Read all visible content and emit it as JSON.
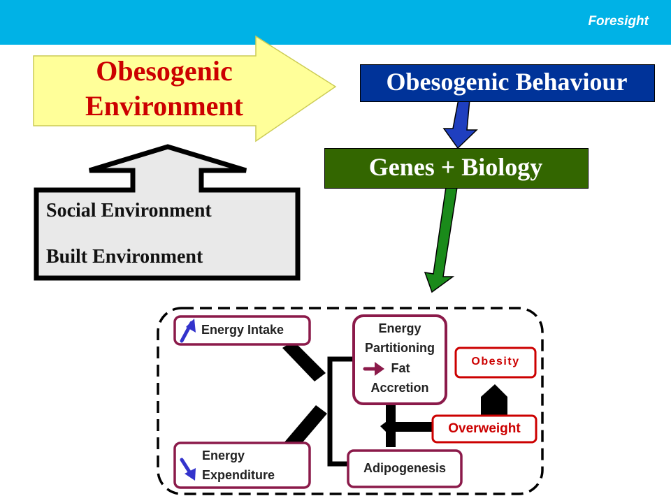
{
  "header": {
    "brand": "Foresight",
    "color": "#00b2e6"
  },
  "diagram": {
    "obesogenic_environment": [
      "Obesogenic",
      "Environment"
    ],
    "obesogenic_behaviour": "Obesogenic Behaviour",
    "genes_biology": "Genes + Biology",
    "environment_inputs": [
      "Social Environment",
      "Built Environment"
    ],
    "energy_intake": "Energy Intake",
    "energy_expenditure": [
      "Energy",
      "Expenditure"
    ],
    "energy_partitioning": [
      "Energy",
      "Partitioning",
      "Fat",
      "Accretion"
    ],
    "obesity": "Obesity",
    "overweight": "Overweight",
    "adipogenesis": "Adipogenesis",
    "icons": {
      "intake": "arrow-up-right-icon",
      "expenditure": "arrow-down-right-icon",
      "partitioning": "arrow-right-icon"
    },
    "colors": {
      "title_red": "#cc0000",
      "yellow_fill": "#ffff99",
      "behaviour_blue": "#003399",
      "genes_green": "#336600",
      "box_border": "#8b1a4a",
      "obesity_red": "#cc0000",
      "icon_blue": "#3333cc",
      "icon_maroon": "#8b1a4a"
    }
  }
}
